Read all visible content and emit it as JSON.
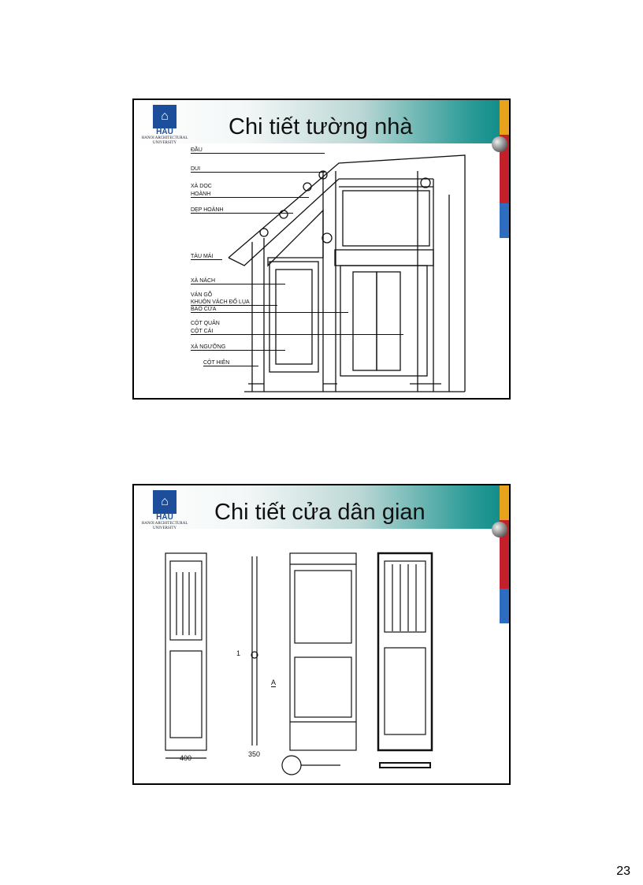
{
  "slides": [
    {
      "title": "Chi tiết tường nhà",
      "logo": {
        "name": "HAU",
        "subtitle": "HANOI ARCHITECTURAL UNIVERSITY"
      },
      "labels": [
        "ĐẦU",
        "DUI",
        "XÀ DỌC",
        "HOÀNH",
        "DẸP HOÀNH",
        "TÀU MÁI",
        "XÀ NÁCH",
        "VÁN GỖ",
        "KHUÔN VÁCH ĐỐ LỤA",
        "BAO CỬA",
        "CỘT QUÂN",
        "CỘT CÁI",
        "XÀ NGƯỠNG",
        "CỘT HIÊN"
      ]
    },
    {
      "title": "Chi tiết cửa dân gian",
      "logo": {
        "name": "HAU",
        "subtitle": "HANOI ARCHITECTURAL UNIVERSITY"
      },
      "labels": [
        "1",
        "A",
        "400",
        "350"
      ]
    }
  ],
  "colors": {
    "stripe_orange": "#e8a21c",
    "stripe_red": "#c4202c",
    "stripe_blue": "#2d6cc0",
    "teal": "#0b8a88"
  },
  "page_number": "23"
}
